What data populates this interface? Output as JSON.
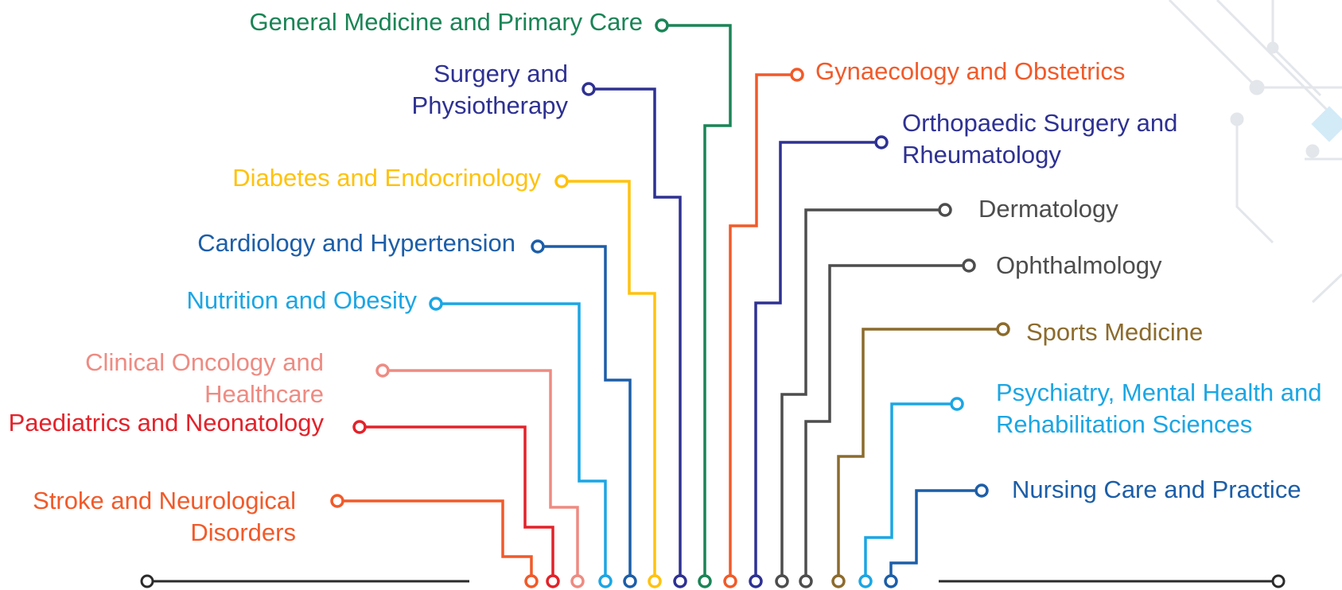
{
  "colors": {
    "green": "#1a8456",
    "navy": "#2e3192",
    "orange_red": "#f15a29",
    "yellow": "#ffc20e",
    "blue": "#1c5ea8",
    "sky": "#1ba6e4",
    "salmon": "#ee8b82",
    "red": "#e3222a",
    "gray": "#4d4d4d",
    "brown": "#8c6b2c",
    "decor": "#e3e6ea",
    "decor_accent": "#d3ebf7"
  },
  "specialties_left": [
    {
      "id": "general-medicine",
      "lines": [
        "General Medicine and Primary Care"
      ],
      "color": "#1a8456"
    },
    {
      "id": "surgery",
      "lines": [
        "Surgery and",
        "Physiotherapy"
      ],
      "color": "#2e3192"
    },
    {
      "id": "diabetes",
      "lines": [
        "Diabetes and Endocrinology"
      ],
      "color": "#ffc20e"
    },
    {
      "id": "cardiology",
      "lines": [
        "Cardiology and Hypertension"
      ],
      "color": "#1c5ea8"
    },
    {
      "id": "nutrition",
      "lines": [
        "Nutrition and Obesity"
      ],
      "color": "#1ba6e4"
    },
    {
      "id": "oncology",
      "lines": [
        "Clinical Oncology and",
        "Healthcare"
      ],
      "color": "#ee8b82"
    },
    {
      "id": "paediatrics",
      "lines": [
        "Paediatrics and Neonatology"
      ],
      "color": "#e3222a"
    },
    {
      "id": "stroke",
      "lines": [
        "Stroke and Neurological",
        "Disorders"
      ],
      "color": "#f15a29"
    }
  ],
  "specialties_right": [
    {
      "id": "gynaecology",
      "lines": [
        "Gynaecology and Obstetrics"
      ],
      "color": "#f15a29"
    },
    {
      "id": "orthopaedic",
      "lines": [
        "Orthopaedic Surgery and",
        "Rheumatology"
      ],
      "color": "#2e3192"
    },
    {
      "id": "dermatology",
      "lines": [
        "Dermatology"
      ],
      "color": "#4d4d4d"
    },
    {
      "id": "ophthalmology",
      "lines": [
        "Ophthalmology"
      ],
      "color": "#4d4d4d"
    },
    {
      "id": "sports",
      "lines": [
        "Sports Medicine"
      ],
      "color": "#8c6b2c"
    },
    {
      "id": "psychiatry",
      "lines": [
        "Psychiatry, Mental Health and",
        "Rehabilitation Sciences"
      ],
      "color": "#1ba6e4"
    },
    {
      "id": "nursing",
      "lines": [
        "Nursing Care and Practice"
      ],
      "color": "#1c5ea8"
    }
  ]
}
